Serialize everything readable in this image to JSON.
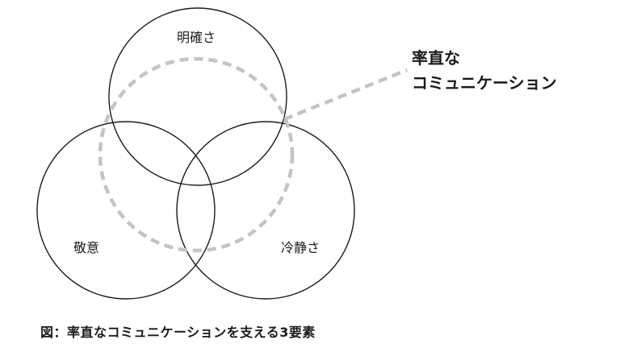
{
  "circles": {
    "top": {
      "label": "明確さ"
    },
    "left": {
      "label": "敬意"
    },
    "right": {
      "label": "冷静さ"
    }
  },
  "callout": {
    "line1": "率直な",
    "line2": "コミュニケーション"
  },
  "caption": "図：率直なコミュニケーションを支える3要素",
  "colors": {
    "circle_stroke": "#1a1a1a",
    "dashed_stroke": "#c4c4c4"
  }
}
